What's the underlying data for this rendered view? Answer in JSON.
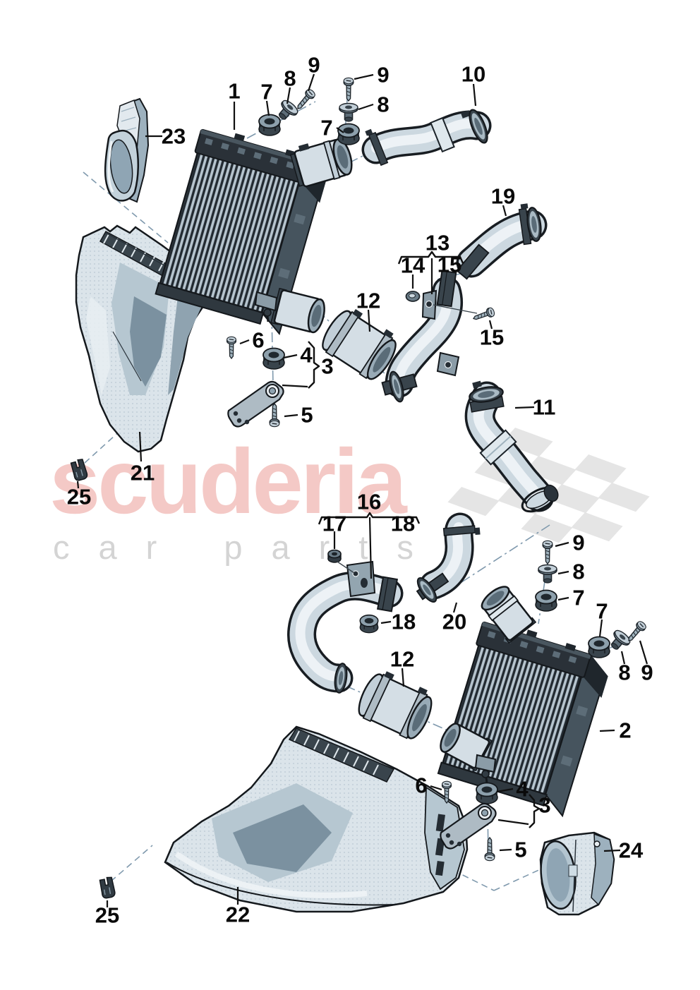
{
  "watermark": {
    "brand": "scuderia",
    "subtitle": "car parts",
    "brand_color": "#f4c9c6",
    "subtitle_color": "#d4d4d4",
    "flag_color": "#e5e5e5"
  },
  "diagram": {
    "background_color": "#ffffff",
    "line_color": "#101010",
    "construction_line_color": "#7f99ad",
    "part_fill_color": "#dbe4ea"
  },
  "callouts": [
    {
      "label": "1"
    },
    {
      "label": "7"
    },
    {
      "label": "8"
    },
    {
      "label": "9"
    },
    {
      "label": "9"
    },
    {
      "label": "8"
    },
    {
      "label": "7"
    },
    {
      "label": "10"
    },
    {
      "label": "23"
    },
    {
      "label": "19"
    },
    {
      "label": "13"
    },
    {
      "label": "14"
    },
    {
      "label": "15"
    },
    {
      "label": "15"
    },
    {
      "label": "12"
    },
    {
      "label": "11"
    },
    {
      "label": "6"
    },
    {
      "label": "4"
    },
    {
      "label": "3"
    },
    {
      "label": "5"
    },
    {
      "label": "21"
    },
    {
      "label": "25"
    },
    {
      "label": "16"
    },
    {
      "label": "17"
    },
    {
      "label": "18"
    },
    {
      "label": "18"
    },
    {
      "label": "20"
    },
    {
      "label": "9"
    },
    {
      "label": "8"
    },
    {
      "label": "7"
    },
    {
      "label": "7"
    },
    {
      "label": "12"
    },
    {
      "label": "8"
    },
    {
      "label": "9"
    },
    {
      "label": "2"
    },
    {
      "label": "6"
    },
    {
      "label": "4"
    },
    {
      "label": "3"
    },
    {
      "label": "5"
    },
    {
      "label": "24"
    },
    {
      "label": "22"
    },
    {
      "label": "25"
    }
  ]
}
